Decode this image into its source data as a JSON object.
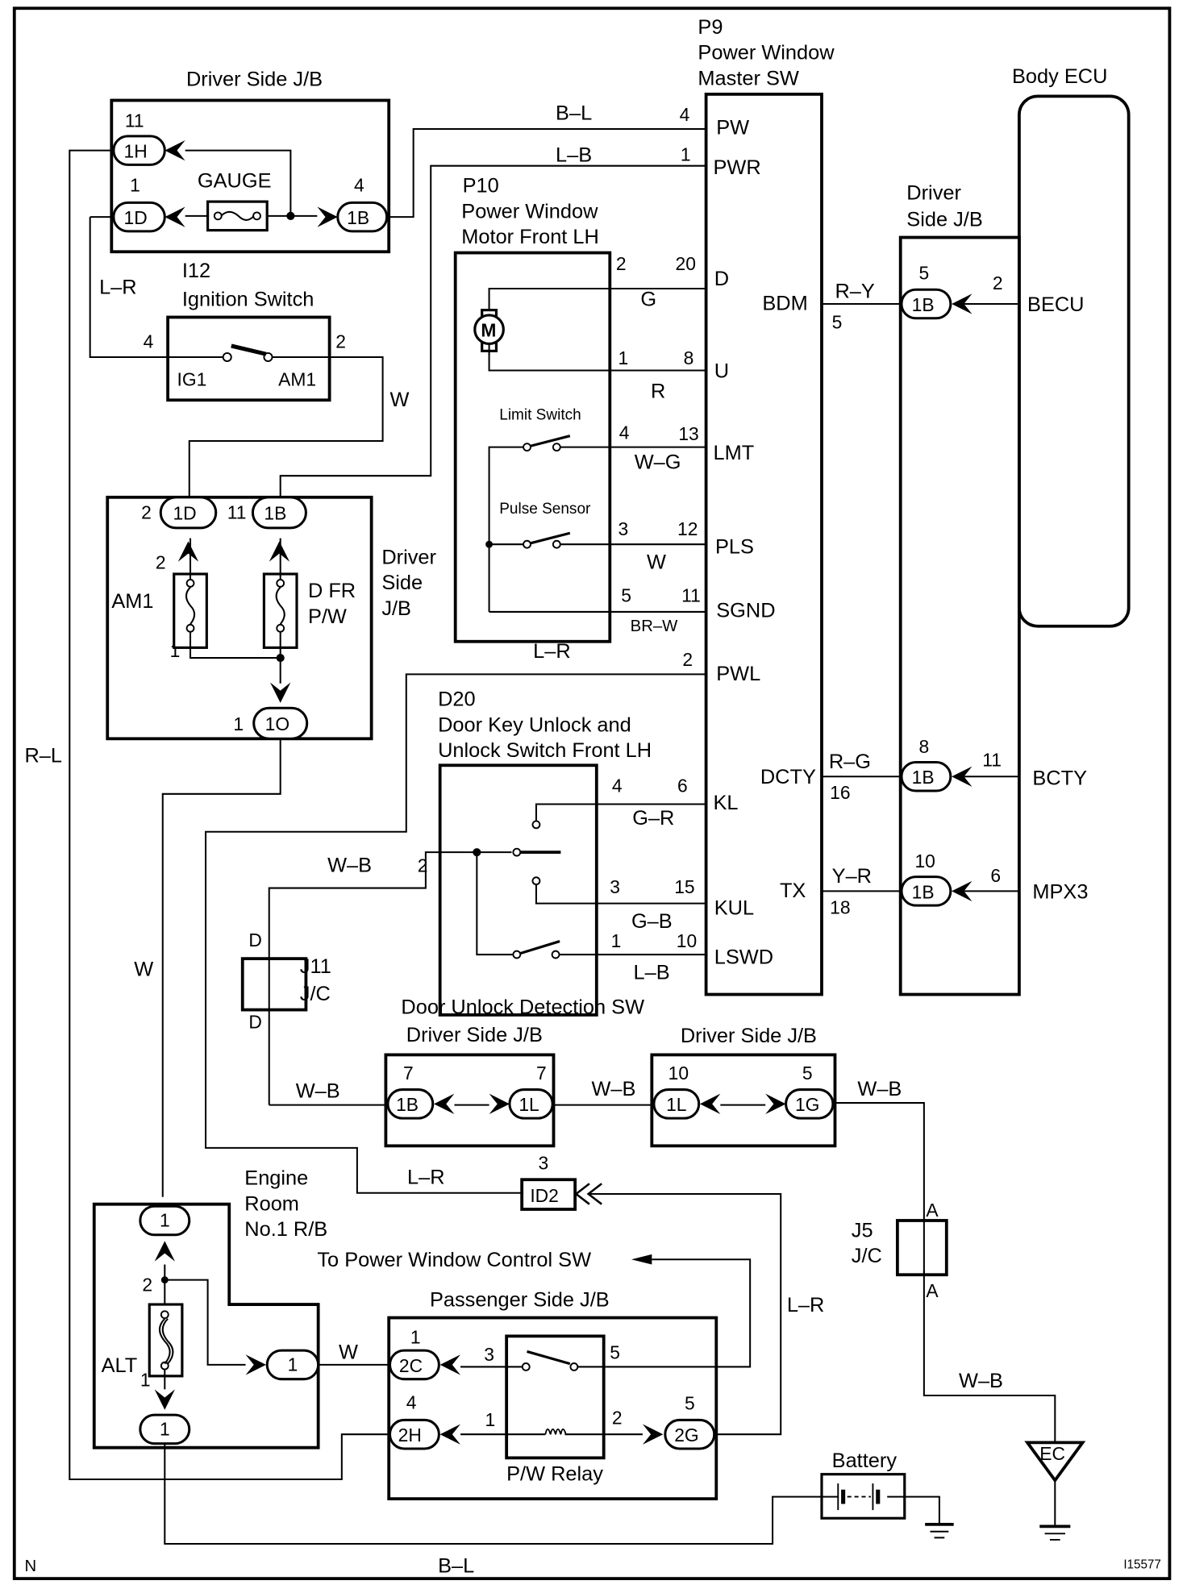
{
  "diagram": {
    "title": "Power Window System Wiring Diagram",
    "figure_id": "I15577",
    "corner_mark": "N",
    "components": {
      "driver_jb_top": {
        "label": "Driver Side J/B",
        "fuse": "GAUGE",
        "connectors": [
          {
            "id": "1H",
            "pin": "11"
          },
          {
            "id": "1D",
            "pin": "1"
          },
          {
            "id": "1B",
            "pin": "4"
          }
        ]
      },
      "ignition_switch": {
        "code": "I12",
        "label": "Ignition Switch",
        "pins": [
          {
            "pin": "4",
            "name": "IG1"
          },
          {
            "pin": "2",
            "name": "AM1"
          }
        ]
      },
      "driver_jb_fuses": {
        "label_lines": [
          "Driver",
          "Side",
          "J/B"
        ],
        "fuses": [
          "AM1",
          "D FR",
          "P/W"
        ],
        "connectors": [
          {
            "id": "1D",
            "pin": "2"
          },
          {
            "id": "1B",
            "pin": "11"
          },
          {
            "id": "1O",
            "pin": "1"
          }
        ],
        "fuse_pins": [
          "2",
          "1"
        ]
      },
      "master_sw": {
        "code": "P9",
        "label_lines": [
          "Power Window",
          "Master SW"
        ],
        "terminals": [
          {
            "name": "PW",
            "pin": "4",
            "wire": "B–L"
          },
          {
            "name": "PWR",
            "pin": "1",
            "wire": "L–B"
          },
          {
            "name": "D",
            "pin": "20",
            "wire": "G"
          },
          {
            "name": "U",
            "pin": "8",
            "wire": "R"
          },
          {
            "name": "LMT",
            "pin": "13",
            "wire": "W–G"
          },
          {
            "name": "PLS",
            "pin": "12",
            "wire": "W"
          },
          {
            "name": "SGND",
            "pin": "11",
            "wire": "BR–W"
          },
          {
            "name": "PWL",
            "pin": "2",
            "wire": "L–R"
          },
          {
            "name": "KL",
            "pin": "6",
            "wire": "G–R"
          },
          {
            "name": "KUL",
            "pin": "15",
            "wire": "G–B"
          },
          {
            "name": "LSWD",
            "pin": "10",
            "wire": "L–B"
          },
          {
            "name": "BDM",
            "pin": "5",
            "wire": "R–Y"
          },
          {
            "name": "DCTY",
            "pin": "16",
            "wire": "R–G"
          },
          {
            "name": "TX",
            "pin": "18",
            "wire": "Y–R"
          }
        ]
      },
      "motor": {
        "code": "P10",
        "label_lines": [
          "Power Window",
          "Motor Front LH"
        ],
        "motor_symbol": "M",
        "limit_switch": "Limit Switch",
        "pulse_sensor": "Pulse Sensor",
        "pins": [
          "2",
          "1",
          "4",
          "3",
          "5"
        ]
      },
      "door_key_switch": {
        "code": "D20",
        "label_lines": [
          "Door Key Unlock and",
          "Unlock Switch Front LH"
        ],
        "sub_label": "Door Unlock Detection SW",
        "pins": [
          "2",
          "4",
          "3",
          "1"
        ],
        "wire_in": "W–B"
      },
      "driver_jb_right": {
        "label_lines": [
          "Driver",
          "Side J/B"
        ],
        "connectors": [
          {
            "id": "1B",
            "pin_left": "5",
            "pin_right": "2"
          },
          {
            "id": "1B",
            "pin_left": "8",
            "pin_right": "11"
          },
          {
            "id": "1B",
            "pin_left": "10",
            "pin_right": "6"
          }
        ]
      },
      "body_ecu": {
        "label": "Body ECU",
        "terminals": [
          "BECU",
          "BCTY",
          "MPX3"
        ]
      },
      "j11": {
        "code": "J11",
        "type": "J/C",
        "pins": [
          "D",
          "D"
        ]
      },
      "j5": {
        "code": "J5",
        "type": "J/C",
        "pins": [
          "A",
          "A"
        ]
      },
      "driver_jb_b1": {
        "label": "Driver Side J/B",
        "connectors": [
          {
            "id": "1B",
            "pin": "7"
          },
          {
            "id": "1L",
            "pin": "7"
          }
        ]
      },
      "driver_jb_b2": {
        "label": "Driver Side J/B",
        "connectors": [
          {
            "id": "1L",
            "pin": "10"
          },
          {
            "id": "1G",
            "pin": "5"
          }
        ]
      },
      "id2": {
        "id": "ID2",
        "pin": "3"
      },
      "engine_rb": {
        "label_lines": [
          "Engine",
          "Room",
          "No.1 R/B"
        ],
        "fuse": "ALT",
        "connectors": [
          "1",
          "1",
          "1"
        ],
        "pins": [
          "2",
          "1"
        ]
      },
      "passenger_jb": {
        "label": "Passenger Side J/B",
        "relay": "P/W Relay",
        "connectors": [
          {
            "id": "2C",
            "pin": "1"
          },
          {
            "id": "2H",
            "pin": "4"
          },
          {
            "id": "2G",
            "pin": "5"
          }
        ],
        "relay_pins": [
          "3",
          "5",
          "1",
          "2"
        ]
      },
      "to_control_sw": "To Power Window Control SW",
      "battery": "Battery",
      "ground_ec": "EC"
    },
    "wire_labels": {
      "lr_left": "L–R",
      "rl": "R–L",
      "w_ign": "W",
      "w_left": "W",
      "wb_1": "W–B",
      "wb_2": "W–B",
      "wb_3": "W–B",
      "wb_4": "W–B",
      "lr_mid": "L–R",
      "lr_right": "L–R",
      "lr_motor": "L–R",
      "w_rb": "W",
      "bl_bottom": "B–L"
    }
  }
}
